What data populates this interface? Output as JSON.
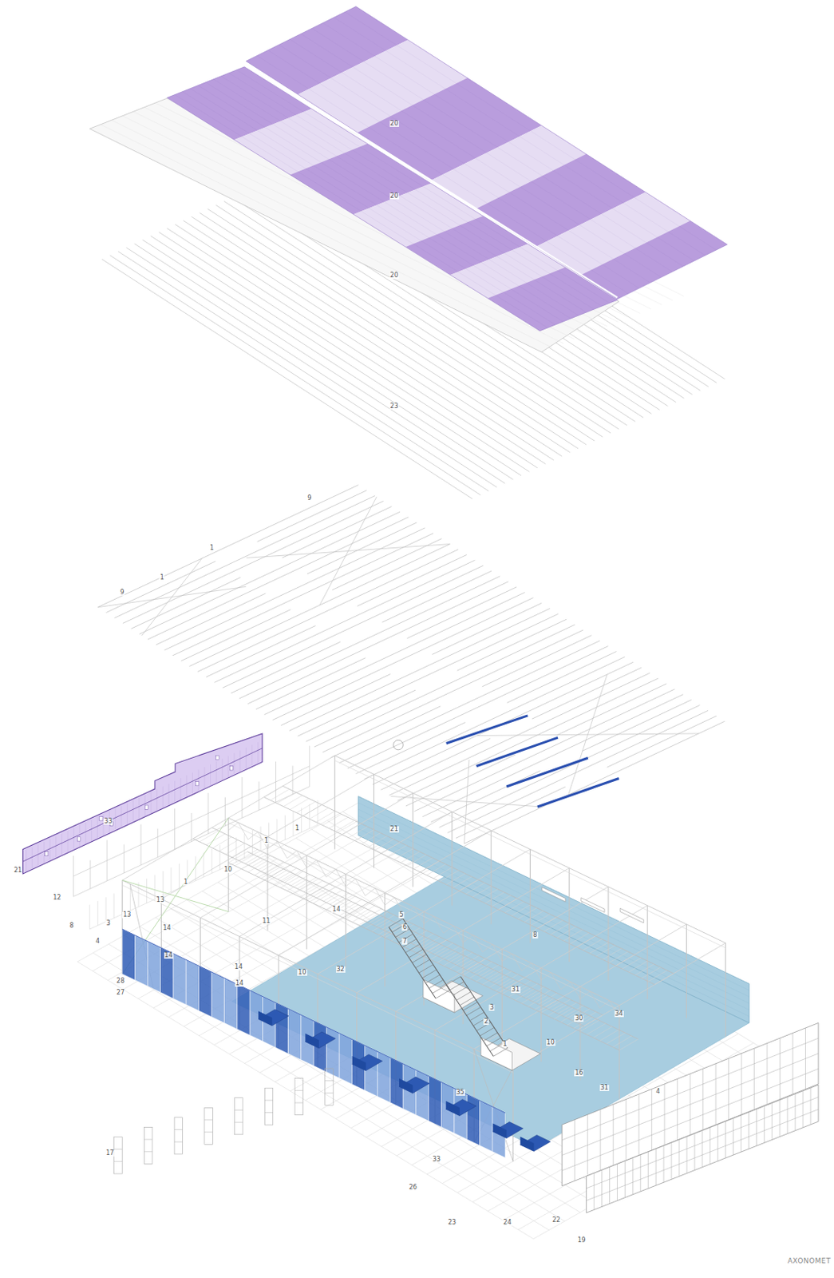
{
  "diagram": {
    "title": "AXONOMET",
    "labels": [
      "20",
      "20",
      "20",
      "23",
      "9",
      "1",
      "1",
      "9",
      "21",
      "33",
      "12",
      "8",
      "10",
      "1",
      "1",
      "1",
      "13",
      "3",
      "4",
      "13",
      "14",
      "14",
      "14",
      "14",
      "11",
      "21",
      "28",
      "27",
      "14",
      "5",
      "6",
      "7",
      "8",
      "32",
      "10",
      "31",
      "3",
      "2",
      "30",
      "34",
      "1",
      "10",
      "16",
      "31",
      "4",
      "35",
      "33",
      "26",
      "23",
      "24",
      "17",
      "22",
      "19"
    ]
  }
}
